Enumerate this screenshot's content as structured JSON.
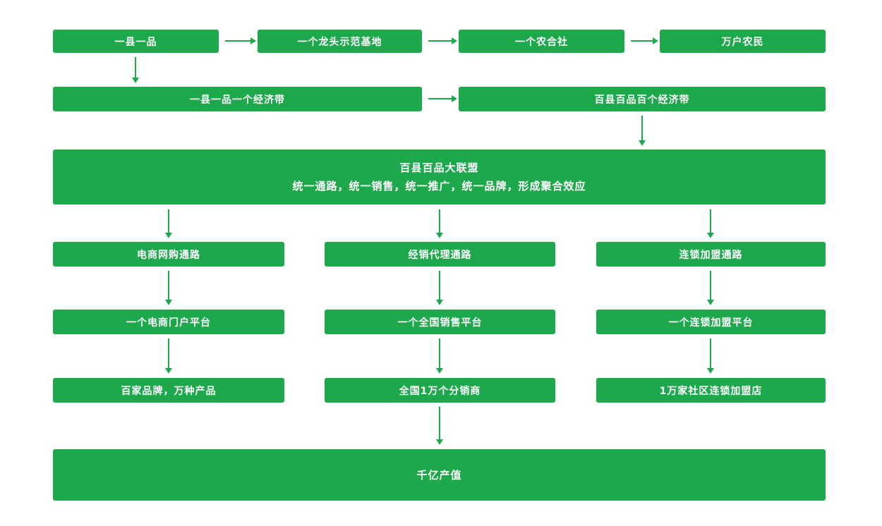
{
  "colors": {
    "green": "#1ea84c",
    "text": "#ffffff",
    "background": "#ffffff"
  },
  "nodes": {
    "one_county_one_product": "一县一品",
    "leading_demo_base": "一个龙头示范基地",
    "farmers_cooperative": "一个农合社",
    "ten_thousand_farmers": "万户农民",
    "one_county_economic_belt": "一县一品一个经济带",
    "hundred_county_economic_belts": "百县百品百个经济带",
    "alliance_title": "百县百品大联盟",
    "alliance_subtitle": "统一通路，统一销售，统一推广，统一品牌，形成聚合效应",
    "ecommerce_channel": "电商网购通路",
    "agency_channel": "经销代理通路",
    "franchise_channel": "连锁加盟通路",
    "ecommerce_portal_platform": "一个电商门户平台",
    "national_sales_platform": "一个全国销售平台",
    "franchise_platform": "一个连锁加盟平台",
    "hundred_brands_products": "百家品牌，万种产品",
    "national_distributors": "全国1万个分销商",
    "community_franchise_stores": "1万家社区连锁加盟店",
    "hundred_billion_output": "千亿产值"
  }
}
